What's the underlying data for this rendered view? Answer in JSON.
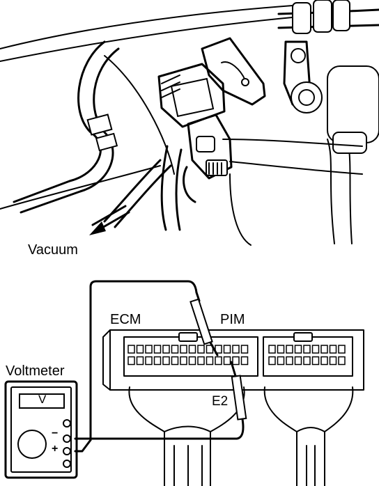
{
  "labels": {
    "vacuum": "Vacuum",
    "ecm": "ECM",
    "pim": "PIM",
    "e2": "E2",
    "voltmeter": "Voltmeter",
    "meter_display": "V",
    "minus": "−",
    "plus": "+"
  }
}
